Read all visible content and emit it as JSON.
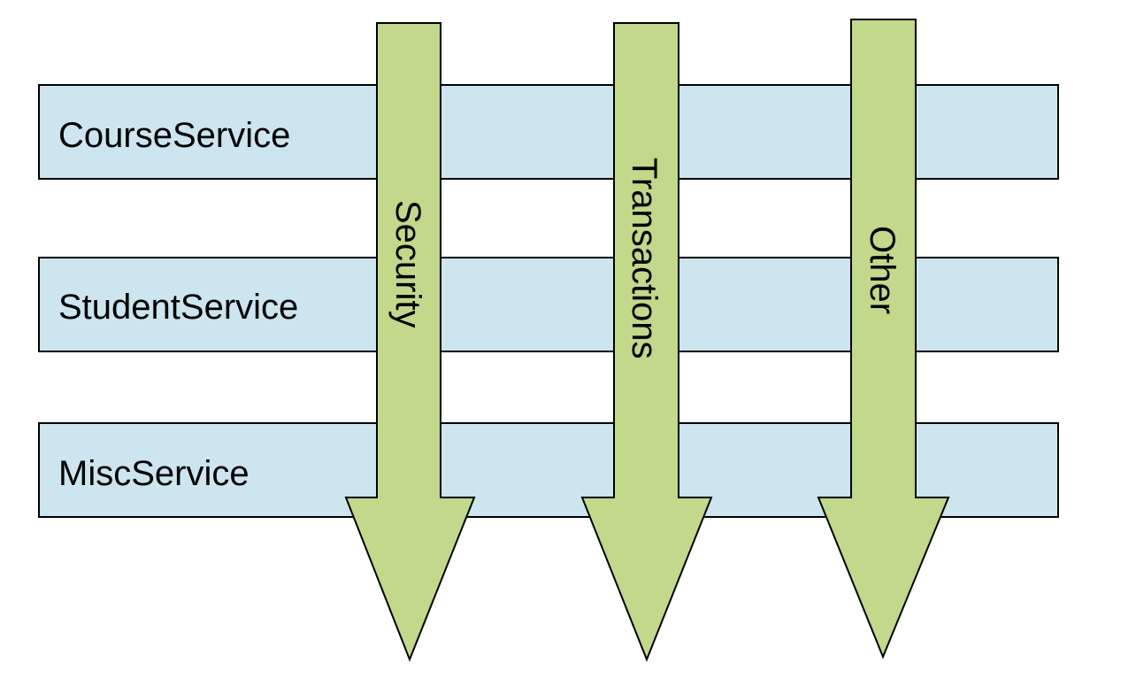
{
  "services": [
    {
      "label": "CourseService"
    },
    {
      "label": "StudentService"
    },
    {
      "label": "MiscService"
    }
  ],
  "concerns": [
    {
      "label": "Security"
    },
    {
      "label": "Transactions"
    },
    {
      "label": "Other"
    }
  ],
  "colors": {
    "service_fill": "#cce5ee",
    "concern_fill": "#c2d88a",
    "stroke": "#000000"
  }
}
